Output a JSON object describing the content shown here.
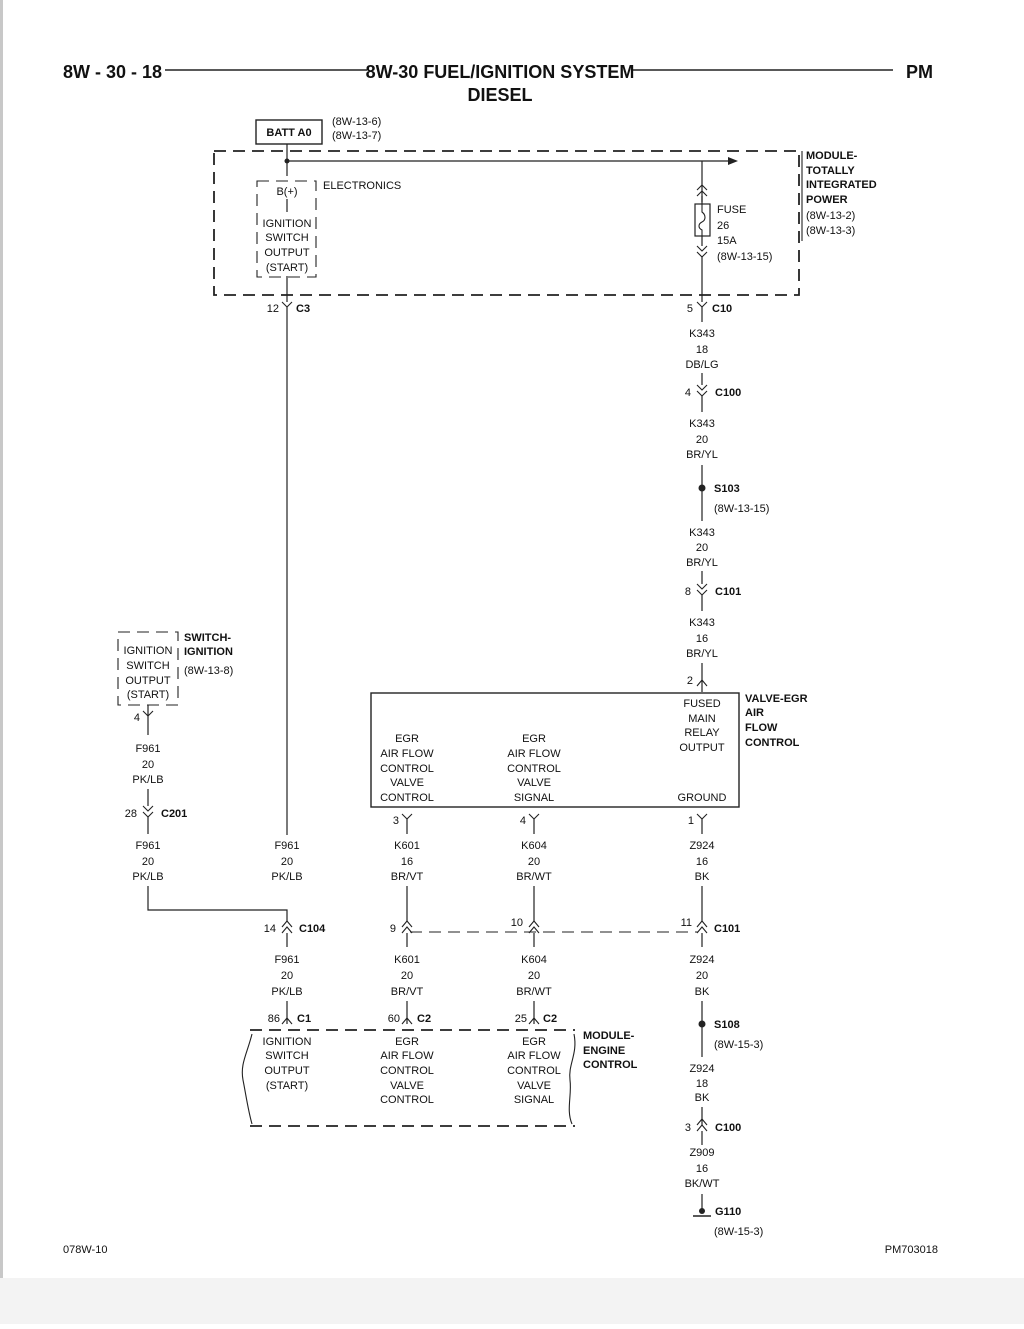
{
  "header": {
    "page_id": "8W - 30 - 18",
    "title": "8W-30 FUEL/IGNITION SYSTEM",
    "subtitle": "DIESEL",
    "brand": "PM"
  },
  "footer": {
    "left": "078W-10",
    "right": "PM703018"
  },
  "batt": {
    "label": "BATT A0",
    "ref1": "(8W-13-6)",
    "ref2": "(8W-13-7)"
  },
  "tipm": {
    "name": [
      "MODULE-",
      "TOTALLY",
      "INTEGRATED",
      "POWER"
    ],
    "refs": [
      "(8W-13-2)",
      "(8W-13-3)"
    ],
    "electronics": "ELECTRONICS",
    "bplus": "B(+)",
    "ign_lines": [
      "IGNITION",
      "SWITCH",
      "OUTPUT",
      "(START)"
    ],
    "fuse_lines": [
      "FUSE",
      "26",
      "15A",
      "(8W-13-15)"
    ],
    "conn_c3_pin": "12",
    "conn_c3": "C3",
    "conn_c10_pin": "5",
    "conn_c10": "C10"
  },
  "right_chain": {
    "w1": [
      "K343",
      "18",
      "DB/LG"
    ],
    "c100a_pin": "4",
    "c100a": "C100",
    "w2": [
      "K343",
      "20",
      "BR/YL"
    ],
    "s103": "S103",
    "s103_ref": "(8W-13-15)",
    "w3": [
      "K343",
      "20",
      "BR/YL"
    ],
    "c101a_pin": "8",
    "c101a": "C101",
    "w4": [
      "K343",
      "16",
      "BR/YL"
    ],
    "valve_pin": "2"
  },
  "switch": {
    "name": [
      "SWITCH-",
      "IGNITION"
    ],
    "ref": "(8W-13-8)",
    "lines": [
      "IGNITION",
      "SWITCH",
      "OUTPUT",
      "(START)"
    ],
    "pin": "4",
    "w1": [
      "F961",
      "20",
      "PK/LB"
    ],
    "c201_pin": "28",
    "c201": "C201",
    "w2": [
      "F961",
      "20",
      "PK/LB"
    ]
  },
  "valve": {
    "name": [
      "VALVE-EGR",
      "AIR",
      "FLOW",
      "CONTROL"
    ],
    "left_lines": [
      "EGR",
      "AIR FLOW",
      "CONTROL",
      "VALVE",
      "CONTROL"
    ],
    "mid_lines": [
      "EGR",
      "AIR FLOW",
      "CONTROL",
      "VALVE",
      "SIGNAL"
    ],
    "right_lines": [
      "FUSED",
      "MAIN",
      "RELAY",
      "OUTPUT"
    ],
    "ground": "GROUND",
    "pin3": "3",
    "pin4": "4",
    "pin1": "1"
  },
  "mid_wires": {
    "f961": [
      "F961",
      "20",
      "PK/LB"
    ],
    "k601": [
      "K601",
      "16",
      "BR/VT"
    ],
    "k604": [
      "K604",
      "20",
      "BR/WT"
    ],
    "z924": [
      "Z924",
      "16",
      "BK"
    ]
  },
  "conn_row": {
    "c104_pin": "14",
    "c104": "C104",
    "pin9": "9",
    "pin10": "10",
    "c101_pin": "11",
    "c101": "C101"
  },
  "lower_wires": {
    "f961": [
      "F961",
      "20",
      "PK/LB"
    ],
    "k601": [
      "K601",
      "20",
      "BR/VT"
    ],
    "k604": [
      "K604",
      "20",
      "BR/WT"
    ],
    "z924": [
      "Z924",
      "20",
      "BK"
    ]
  },
  "ecm": {
    "name": [
      "MODULE-",
      "ENGINE",
      "CONTROL"
    ],
    "c1_pin": "86",
    "c1": "C1",
    "c2a_pin": "60",
    "c2a": "C2",
    "c2b_pin": "25",
    "c2b": "C2",
    "col1": [
      "IGNITION",
      "SWITCH",
      "OUTPUT",
      "(START)"
    ],
    "col2": [
      "EGR",
      "AIR FLOW",
      "CONTROL",
      "VALVE",
      "CONTROL"
    ],
    "col3": [
      "EGR",
      "AIR FLOW",
      "CONTROL",
      "VALVE",
      "SIGNAL"
    ]
  },
  "ground_chain": {
    "s108": "S108",
    "s108_ref": "(8W-15-3)",
    "w1": [
      "Z924",
      "18",
      "BK"
    ],
    "c100_pin": "3",
    "c100": "C100",
    "w2": [
      "Z909",
      "16",
      "BK/WT"
    ],
    "g110": "G110",
    "g110_ref": "(8W-15-3)"
  }
}
